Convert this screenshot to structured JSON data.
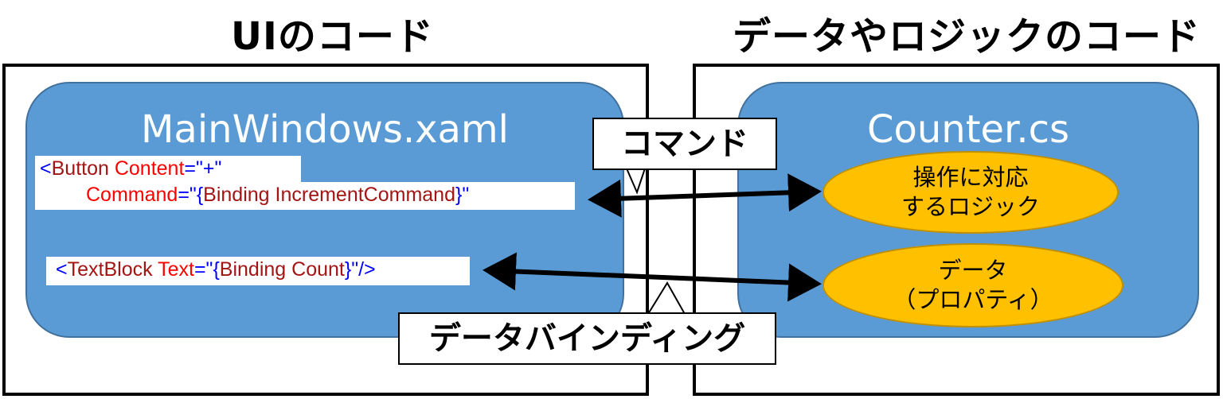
{
  "headings": {
    "ui_code": "UIのコード",
    "data_logic_code": "データやロジックのコード"
  },
  "ui_panel": {
    "title": "MainWindows.xaml",
    "button_code": {
      "line1": {
        "open": "<",
        "element": "Button",
        "attr": "Content",
        "eq": "=\"",
        "value": "+",
        "close": "\""
      },
      "line2": {
        "attr": "Command",
        "eq": "=\"",
        "lbrace": "{",
        "binding": "Binding IncrementCommand",
        "rbrace": "}",
        "close": "\""
      }
    },
    "textblock_code": {
      "open": "<",
      "element": "TextBlock",
      "attr": "Text",
      "eq": "=\"",
      "lbrace": "{",
      "binding": "Binding Count",
      "rbrace": "}",
      "close": "\"/>"
    }
  },
  "logic_panel": {
    "title": "Counter.cs",
    "logic_ellipse": {
      "line1": "操作に対応",
      "line2": "するロジック"
    },
    "data_ellipse": {
      "line1": "データ",
      "line2": "（プロパティ）"
    }
  },
  "callouts": {
    "command": "コマンド",
    "data_binding": "データバインディング"
  },
  "colors": {
    "panel_fill": "#5b9bd5",
    "ellipse_fill": "#ffc000",
    "xaml_keyword": "#0000ff",
    "xaml_element": "#a31515",
    "xaml_attribute": "#ff0000"
  }
}
